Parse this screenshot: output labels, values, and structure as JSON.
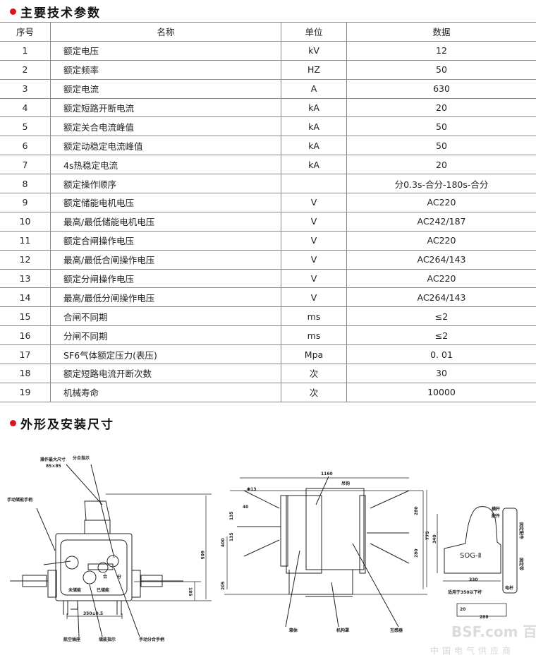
{
  "section1": {
    "title": "主要技术参数"
  },
  "table": {
    "headers": [
      "序号",
      "名称",
      "单位",
      "数据"
    ],
    "rows": [
      [
        "1",
        "额定电压",
        "kV",
        "12"
      ],
      [
        "2",
        "额定频率",
        "HZ",
        "50"
      ],
      [
        "3",
        "额定电流",
        "A",
        "630"
      ],
      [
        "4",
        "额定短路开断电流",
        "kA",
        "20"
      ],
      [
        "5",
        "额定关合电流峰值",
        "kA",
        "50"
      ],
      [
        "6",
        "额定动稳定电流峰值",
        "kA",
        "50"
      ],
      [
        "7",
        "4s热稳定电流",
        "kA",
        "20"
      ],
      [
        "8",
        "额定操作顺序",
        "",
        "分0.3s-合分-180s-合分"
      ],
      [
        "9",
        "额定储能电机电压",
        "V",
        "AC220"
      ],
      [
        "10",
        "最高/最低储能电机电压",
        "V",
        "AC242/187"
      ],
      [
        "11",
        "额定合闸操作电压",
        "V",
        "AC220"
      ],
      [
        "12",
        "最高/最低合闸操作电压",
        "V",
        "AC264/143"
      ],
      [
        "13",
        "额定分闸操作电压",
        "V",
        "AC220"
      ],
      [
        "14",
        "最高/最低分闸操作电压",
        "V",
        "AC264/143"
      ],
      [
        "15",
        "合闸不同期",
        "ms",
        "≤2"
      ],
      [
        "16",
        "分闸不同期",
        "ms",
        "≤2"
      ],
      [
        "17",
        "SF6气体额定压力(表压)",
        "Mpa",
        "0. 01"
      ],
      [
        "18",
        "额定短路电流开断次数",
        "次",
        "30"
      ],
      [
        "19",
        "机械寿命",
        "次",
        "10000"
      ]
    ]
  },
  "section2": {
    "title": "外形及安装尺寸"
  },
  "drawing": {
    "labels": {
      "max_size": "操作最大尺寸",
      "max_size_val": "85×85",
      "open_close_ind": "分合指示",
      "manual_store": "手动储能手柄",
      "not_stored": "未储能",
      "stored": "已储能",
      "close": "合",
      "open": "分",
      "dim_350": "350±0.5",
      "dim_605": "605",
      "dim_185": "185",
      "aviation_socket": "航空插座",
      "store_ind": "储能指示",
      "manual_oc": "手动分合手柄",
      "dim_1160": "1160",
      "phi13": "Φ13",
      "dim_40": "40",
      "hook": "吊钩",
      "dim_135a": "135",
      "dim_135b": "135",
      "dim_400": "400",
      "dim_205": "205",
      "dim_280a": "280",
      "dim_280b": "280",
      "dim_775": "775",
      "box": "箱体",
      "mech_cover": "机构罩",
      "ct": "互感器",
      "crossarm": "横杆",
      "fitting": "配件",
      "fixed_fitting": "固定配件",
      "fixed_band": "固定带",
      "pole": "电杆",
      "model": "SOG-Ⅱ",
      "dim_340": "340",
      "dim_330": "330",
      "applies": "适用于350以下杆",
      "dim_20": "20",
      "dim_288": "288"
    }
  },
  "watermark": {
    "brand": "BSF.com 百方网",
    "slogan": "中国电气供应商"
  }
}
